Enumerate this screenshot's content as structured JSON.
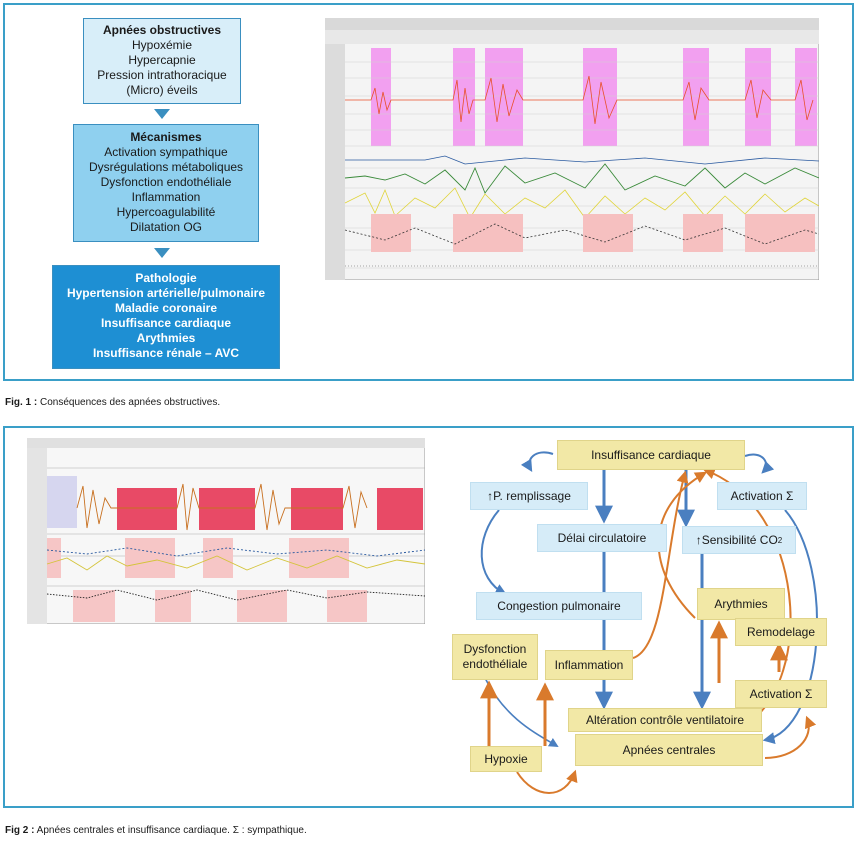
{
  "fig1": {
    "obstructive_box": {
      "title": "Apnées obstructives",
      "lines": [
        "Hypoxémie",
        "Hypercapnie",
        "Pression intrathoracique",
        "(Micro) éveils"
      ]
    },
    "mechanisms_box": {
      "title": "Mécanismes",
      "lines": [
        "Activation sympathique",
        "Dysrégulations métaboliques",
        "Dysfonction endothéliale",
        "Inflammation",
        "Hypercoagulabilité",
        "Dilatation OG"
      ]
    },
    "pathology_box": {
      "title": "Pathologie",
      "lines": [
        "Hypertension artérielle/pulmonaire",
        "Maladie coronaire",
        "Insuffisance cardiaque",
        "Arythmies",
        "Insuffisance rénale – AVC"
      ]
    },
    "caption_label": "Fig. 1 :",
    "caption_text": " Conséquences des apnées obstructives."
  },
  "fig2": {
    "nodes": {
      "insuffisance_cardiaque": "Insuffisance cardiaque",
      "p_remplissage": "↑P. remplissage",
      "activation_sigma_top": "Activation Σ",
      "delai_circulatoire": "Délai circulatoire",
      "sensibilite_co2": "↑Sensibilité CO",
      "sensibilite_co2_sub": "2",
      "congestion_pulmonaire": "Congestion pulmonaire",
      "arythmies": "Arythmies",
      "remodelage": "Remodelage",
      "dysfonction_endotheliale": "Dysfonction endothéliale",
      "inflammation": "Inflammation",
      "activation_sigma_bottom": "Activation Σ",
      "alteration_controle": "Altération contrôle ventilatoire",
      "apnees_centrales": "Apnées centrales",
      "hypoxie": "Hypoxie"
    },
    "caption_label": "Fig 2 :",
    "caption_text": " Apnées centrales et insuffisance cardiaque. Σ : sympathique."
  },
  "colors": {
    "frame": "#3a9fc8",
    "box_light": "#d8eef9",
    "box_mid": "#8fd0ef",
    "box_dark": "#1e8fd3",
    "diagram_yellow": "#f2e8a6",
    "diagram_blue": "#d6ecf8",
    "arrow_blue": "#4a7fc0",
    "arrow_orange": "#d97a2c",
    "apnea_pink": "#f2a0f0",
    "apnea_red": "#e84a66"
  }
}
